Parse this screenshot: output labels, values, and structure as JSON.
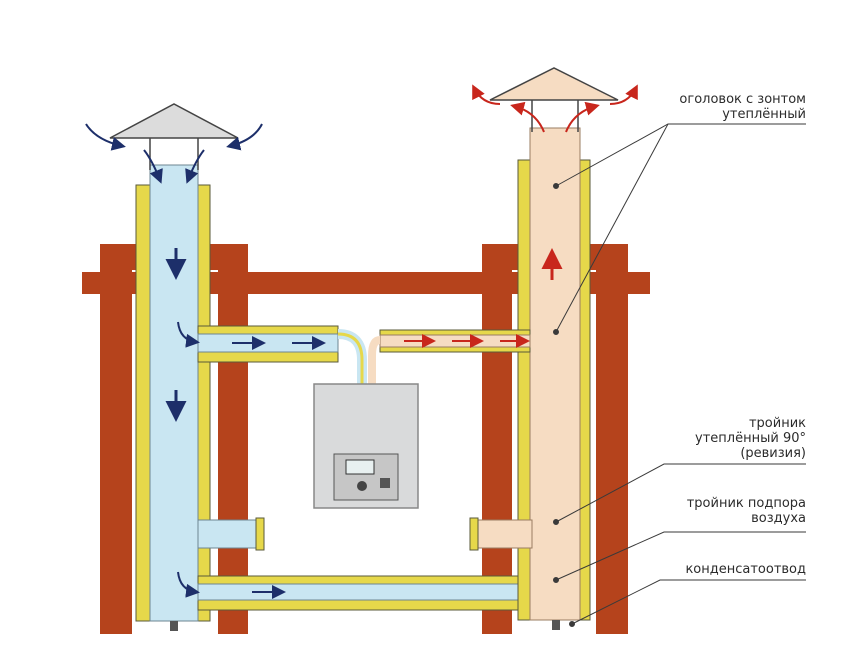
{
  "labels": {
    "cap": {
      "line1": "оголовок с зонтом",
      "line2": "утеплённый"
    },
    "tee_revision": {
      "line1": "тройник",
      "line2": "утеплённый 90°",
      "line3": "(ревизия)"
    },
    "tee_air": {
      "line1": "тройник подпора",
      "line2": "воздуха"
    },
    "condensate": {
      "line1": "конденсатоотвод"
    }
  },
  "colors": {
    "brick": "#b5431c",
    "insulation": "#e6d84a",
    "intake_fill": "#c9e6f2",
    "exhaust_fill": "#f6dcc2",
    "cold_arrow": "#1d2f6a",
    "hot_arrow": "#c8261c",
    "cap": "#dcdcdc",
    "boiler": "#d9dadb"
  },
  "icons": {
    "arrow": "flow-arrow-icon",
    "boiler": "boiler-icon",
    "cap": "umbrella-cap-icon"
  }
}
